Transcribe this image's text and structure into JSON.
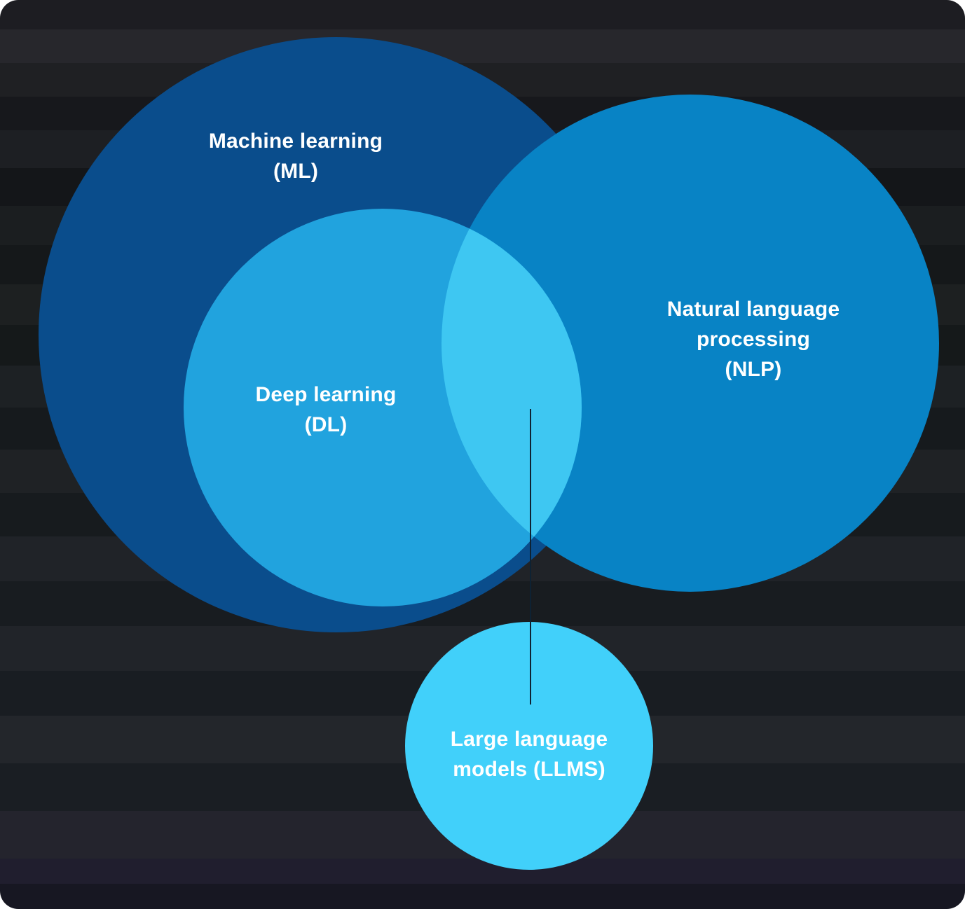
{
  "diagram": {
    "type": "venn",
    "description": "Venn diagram of AI fields: Deep learning sits inside Machine learning; its overlap with Natural language processing points to Large language models",
    "text_color": "#ffffff",
    "connector_color": "#0e2233",
    "overlap_color": "#3ec7f2",
    "sets": [
      {
        "id": "ml",
        "label": "Machine learning\n(ML)",
        "color": "#0a4d8c"
      },
      {
        "id": "nlp",
        "label": "Natural language\nprocessing\n(NLP)",
        "color": "#0883c5"
      },
      {
        "id": "dl",
        "label": "Deep learning\n(DL)",
        "color": "#21a3de"
      },
      {
        "id": "llm",
        "label": "Large language\nmodels (LLMS)",
        "color": "#41d0fa"
      }
    ]
  }
}
